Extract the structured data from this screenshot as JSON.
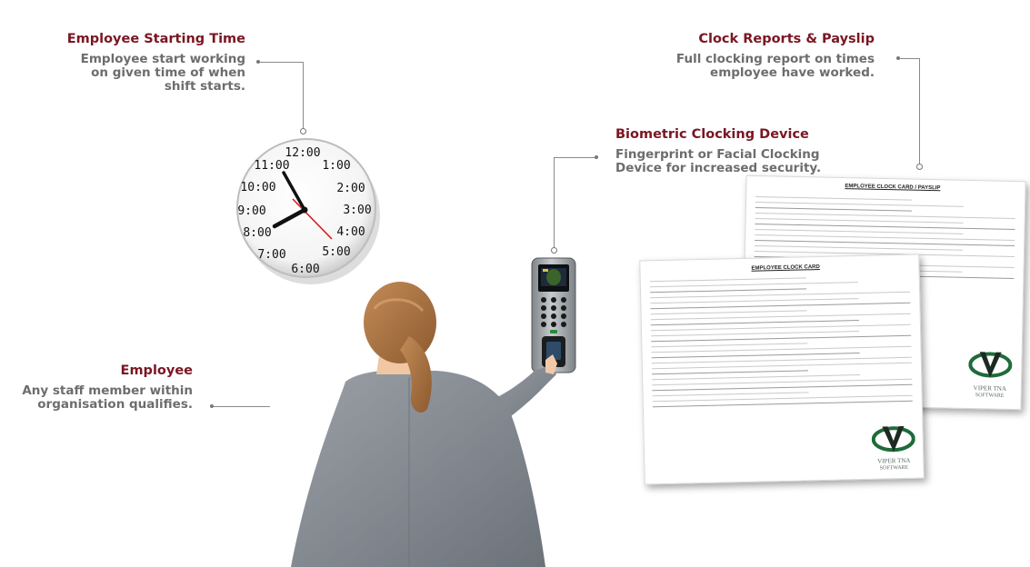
{
  "labels": {
    "starting_time": {
      "title": "Employee Starting Time",
      "lines": [
        "Employee start working",
        "on given time of when",
        "shift starts."
      ]
    },
    "clock_reports": {
      "title": "Clock Reports & Payslip",
      "lines": [
        "Full clocking report on times",
        "employee have worked."
      ]
    },
    "biometric": {
      "title": "Biometric Clocking Device",
      "lines": [
        "Fingerprint or Facial Clocking",
        "Device for increased security."
      ]
    },
    "employee": {
      "title": "Employee",
      "lines": [
        "Any staff member within",
        "organisation qualifies."
      ]
    }
  },
  "clock": {
    "hours": [
      "12:00",
      "1:00",
      "2:00",
      "3:00",
      "4:00",
      "5:00",
      "6:00",
      "7:00",
      "8:00",
      "9:00",
      "10:00",
      "11:00"
    ]
  },
  "documents": {
    "payslip_title": "EMPLOYEE CLOCK CARD / PAYSLIP",
    "clock_card_title": "EMPLOYEE CLOCK CARD",
    "logo_name": "VIPER TNA",
    "logo_sub": "SOFTWARE"
  },
  "colors": {
    "title": "#7a1622",
    "text": "#6d6d6d",
    "suit": "#8e9399",
    "hair": "#b07a4a",
    "device": "#9ea3a8"
  }
}
